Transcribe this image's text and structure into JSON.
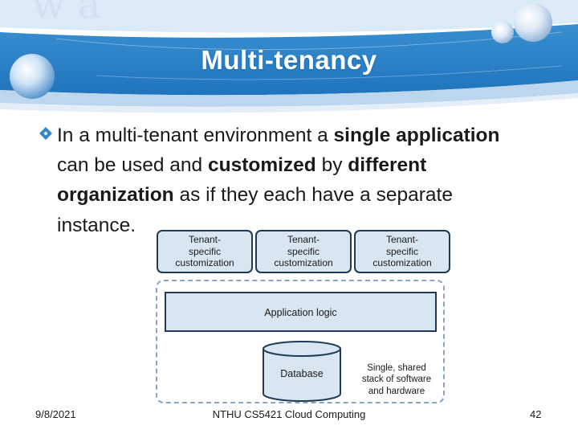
{
  "slide": {
    "title": "Multi-tenancy",
    "bullet": {
      "text_1": "In a multi-tenant environment a ",
      "bold_1": "single application",
      "text_2": " can be used and ",
      "bold_2": "customized",
      "text_3": " by ",
      "bold_3": "different organization",
      "text_4": " as if they each have a separate instance."
    }
  },
  "diagram": {
    "tenant_boxes": [
      {
        "label": "Tenant-\nspecific\ncustomization"
      },
      {
        "label": "Tenant-\nspecific\ncustomization"
      },
      {
        "label": "Tenant-\nspecific\ncustomization"
      }
    ],
    "application_logic": "Application logic",
    "database": "Database",
    "shared_stack": "Single, shared\nstack of software\nand hardware"
  },
  "footer": {
    "date": "9/8/2021",
    "course": "NTHU CS5421 Cloud Computing",
    "page": "42"
  },
  "colors": {
    "header_blue": "#2f86c9",
    "box_fill": "#d8e6f2",
    "box_border": "#1f3a55",
    "dash_border": "#8aa4c0"
  }
}
